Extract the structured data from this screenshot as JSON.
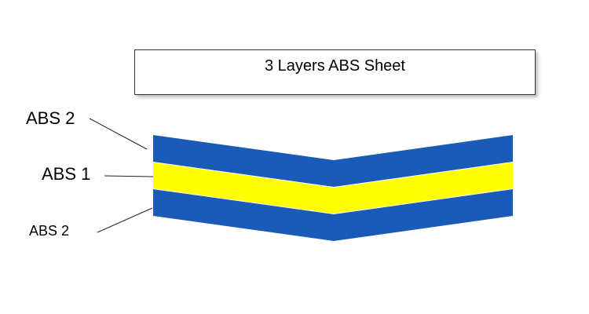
{
  "title": "3 Layers ABS Sheet",
  "labels": {
    "top": "ABS 2",
    "middle": "ABS 1",
    "bottom": "ABS 2"
  },
  "colors": {
    "outer_layer": "#1a5bb8",
    "inner_layer": "#ffff00"
  }
}
